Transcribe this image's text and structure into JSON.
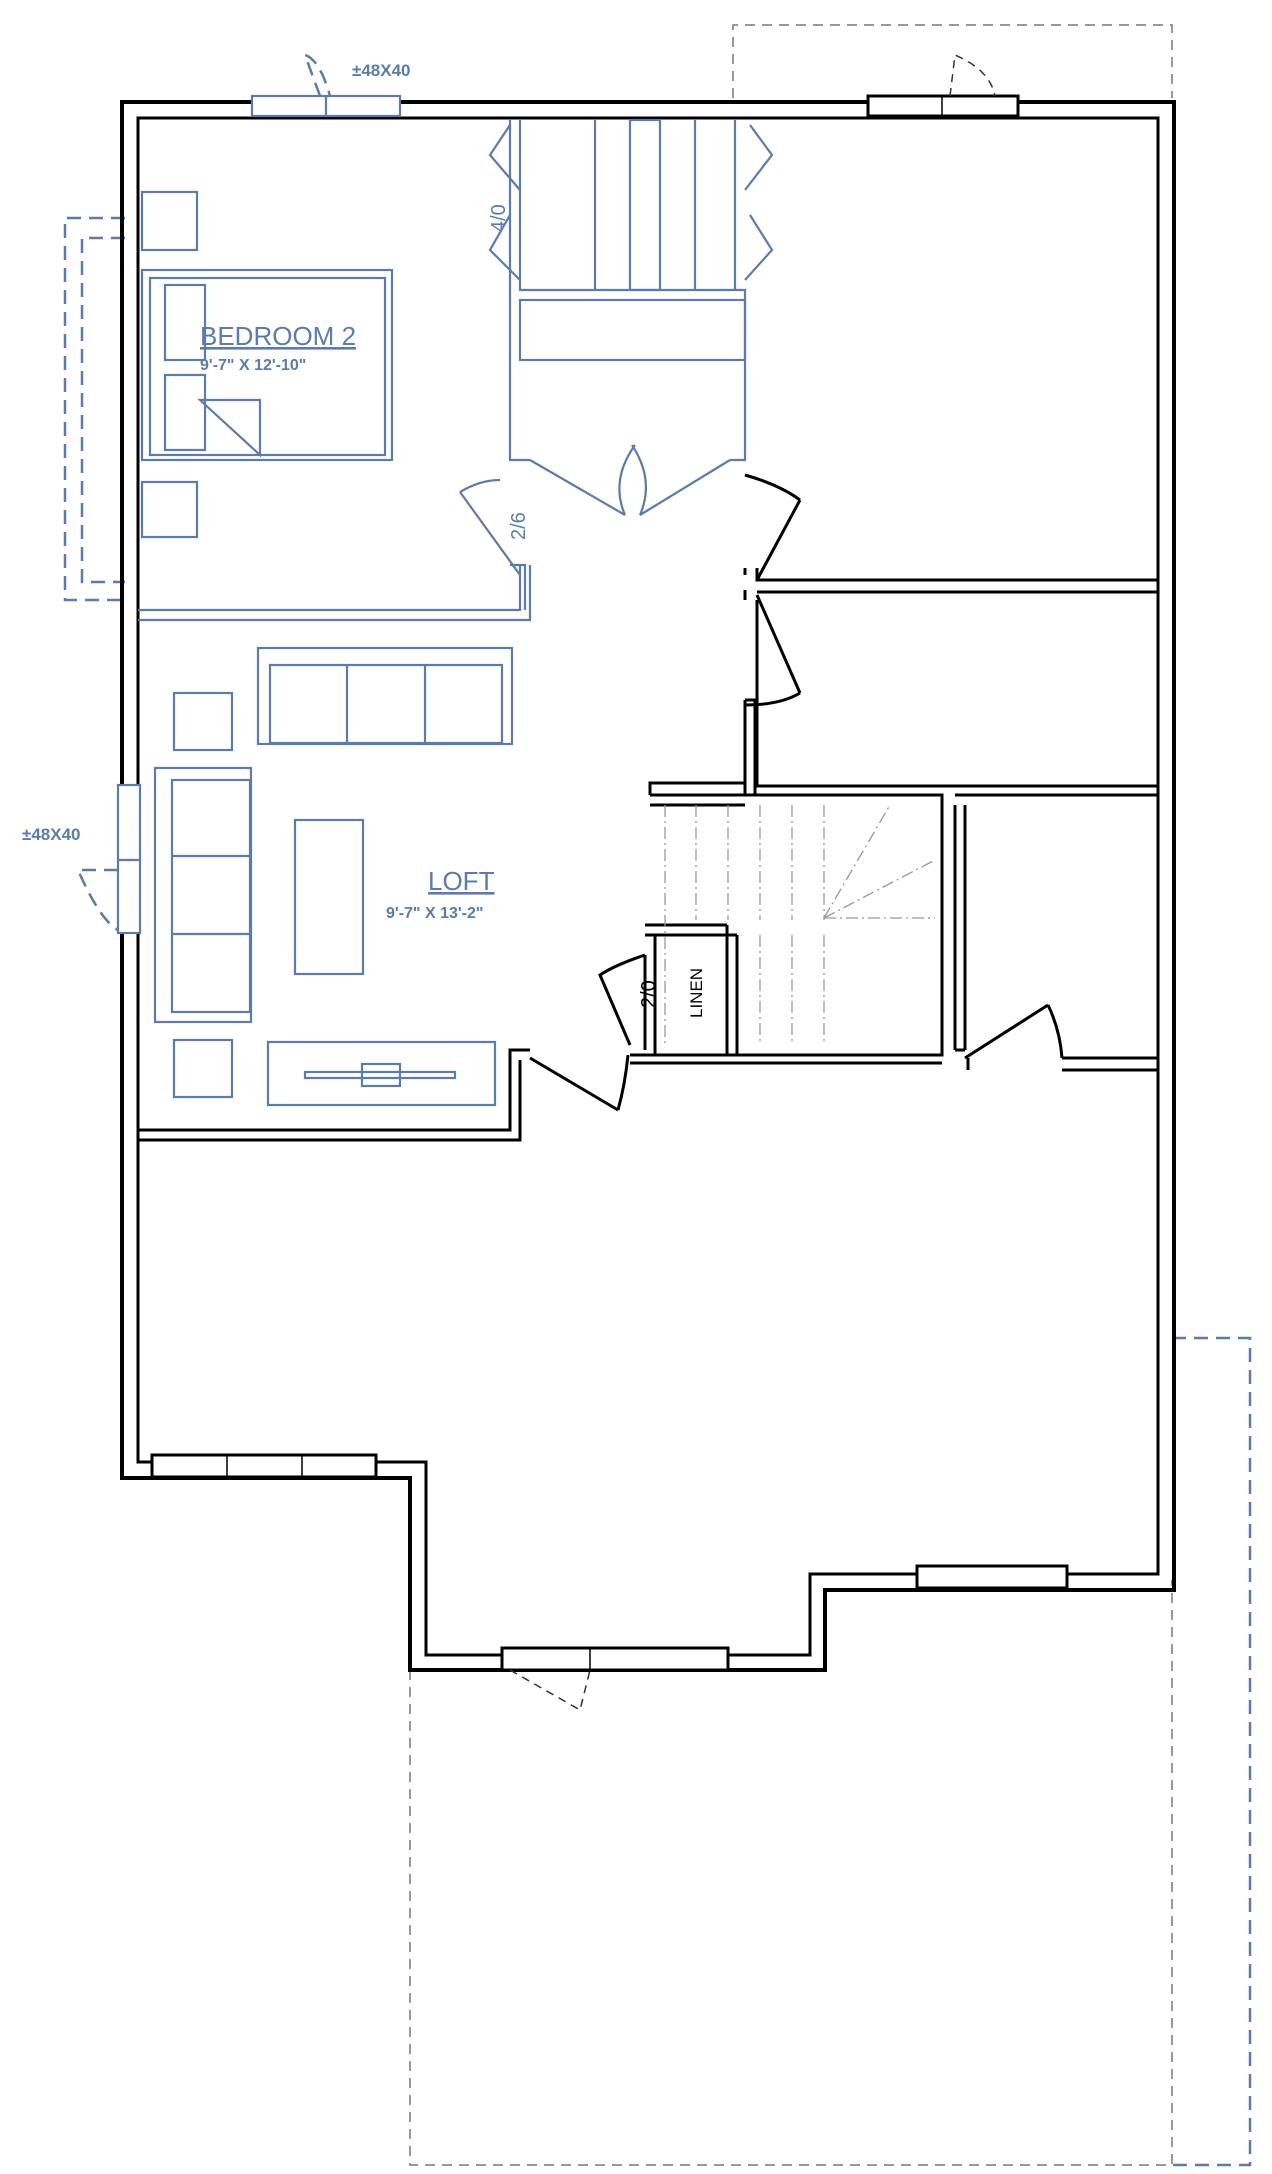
{
  "plan": {
    "rooms": [
      {
        "name": "BEDROOM 2",
        "dims": "9'-7\" X 12'-10\""
      },
      {
        "name": "LOFT",
        "dims": "9'-7\" X 13'-2\""
      }
    ],
    "windows": {
      "top_left": "±48X40",
      "left_side": "±48X40"
    },
    "door_labels": {
      "closet_double": "4/0",
      "bedroom_door": "2/6",
      "linen_door": "2/0"
    },
    "closets": {
      "linen": "LINEN"
    }
  }
}
